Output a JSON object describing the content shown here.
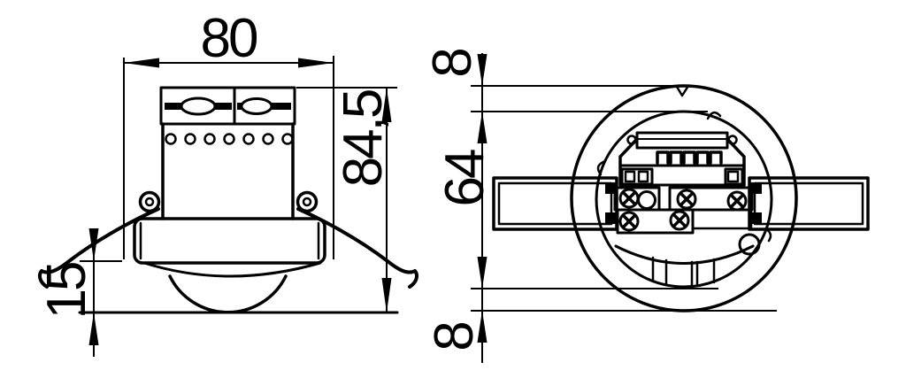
{
  "canvas": {
    "background": "#ffffff",
    "line_color": "#000000",
    "description_type": "technical-dimension-drawing"
  },
  "side_view": {
    "dim_width": "80",
    "dim_height": "84,5",
    "dim_protrusion": "15"
  },
  "rear_view": {
    "dim_top_rim": "8",
    "dim_recess_diameter": "64",
    "dim_bottom_rim": "8"
  }
}
